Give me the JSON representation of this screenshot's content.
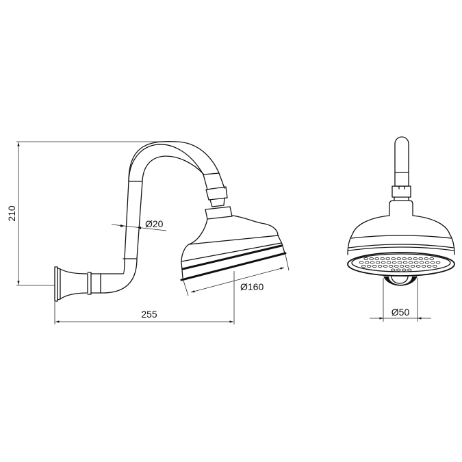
{
  "drawing": {
    "side_view": {
      "height_dimension": "210",
      "length_dimension": "255",
      "pipe_diameter": "Ø20",
      "head_diameter": "Ø160"
    },
    "front_view": {
      "flange_diameter": "Ø50"
    },
    "line_color": "#111111",
    "background_color": "#ffffff"
  }
}
